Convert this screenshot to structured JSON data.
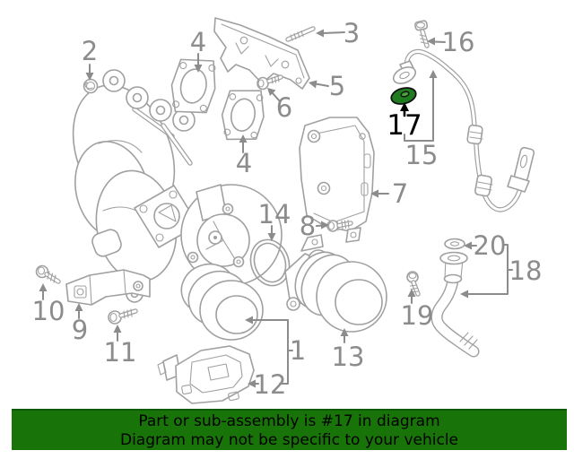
{
  "banner": {
    "line1": "Part or sub-assembly is #17 in diagram",
    "line2": "Diagram may not be specific to your vehicle",
    "bg_color": "#187408",
    "border_color": "#0c5a04",
    "text_color": "#000000"
  },
  "diagram": {
    "type": "exploded-parts-diagram",
    "subject": "turbocharger and oil lines assembly",
    "line_color": "#a0a0a0",
    "label_color": "#8c8c8c",
    "highlight_fill_color": "#1f7c1f",
    "highlight_inner_color": "#4ca23c",
    "highlight_label_color": "#000000",
    "highlighted_part": "17",
    "callouts": [
      {
        "label": "1",
        "highlighted": false
      },
      {
        "label": "2",
        "highlighted": false
      },
      {
        "label": "3",
        "highlighted": false
      },
      {
        "label": "4",
        "highlighted": false
      },
      {
        "label": "4",
        "highlighted": false
      },
      {
        "label": "5",
        "highlighted": false
      },
      {
        "label": "6",
        "highlighted": false
      },
      {
        "label": "7",
        "highlighted": false
      },
      {
        "label": "8",
        "highlighted": false
      },
      {
        "label": "9",
        "highlighted": false
      },
      {
        "label": "10",
        "highlighted": false
      },
      {
        "label": "11",
        "highlighted": false
      },
      {
        "label": "12",
        "highlighted": false
      },
      {
        "label": "13",
        "highlighted": false
      },
      {
        "label": "14",
        "highlighted": false
      },
      {
        "label": "15",
        "highlighted": false
      },
      {
        "label": "16",
        "highlighted": false
      },
      {
        "label": "17",
        "highlighted": true
      },
      {
        "label": "18",
        "highlighted": false
      },
      {
        "label": "19",
        "highlighted": false
      },
      {
        "label": "20",
        "highlighted": false
      }
    ]
  }
}
